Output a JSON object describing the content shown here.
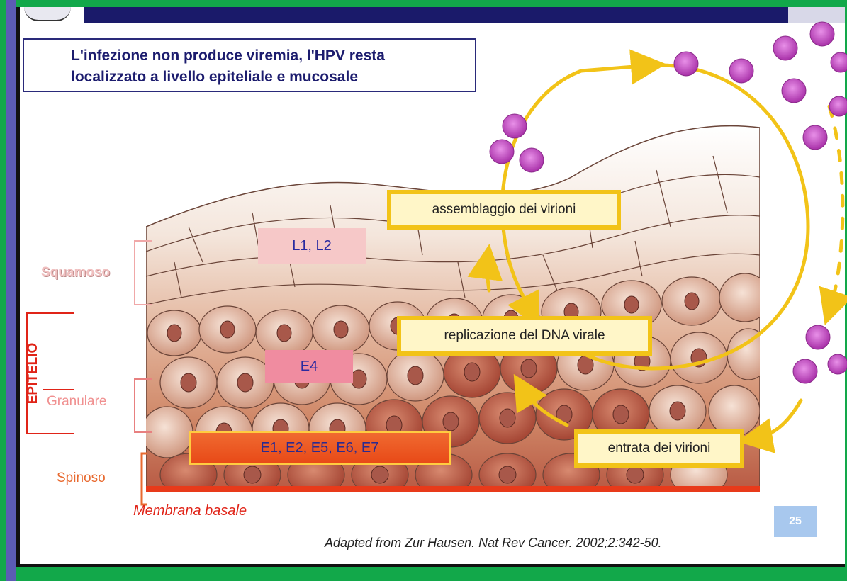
{
  "title": {
    "line1": "L'infezione non produce viremia, l'HPV resta",
    "line2": "localizzato a livello epiteliale e mucosale"
  },
  "layers": {
    "squamoso": "Squamoso",
    "granulare": "Granulare",
    "spinoso": "Spinoso",
    "epitelio": "EPITELIO"
  },
  "genes": {
    "late": "L1, L2",
    "e4": "E4",
    "early": "E1, E2, E5, E6, E7"
  },
  "steps": {
    "assembly": "assemblaggio dei virioni",
    "replication": "replicazione del DNA virale",
    "entry": "entrata dei virioni"
  },
  "membrane_label": "Membrana basale",
  "page_number": "25",
  "citation": "Adapted from Zur Hausen. Nat Rev Cancer. 2002;2:342-50.",
  "colors": {
    "title_text": "#1c1c6e",
    "cycle_arrow": "#f2c318",
    "membrane": "#e83a1a",
    "virion": "#c040c0"
  }
}
